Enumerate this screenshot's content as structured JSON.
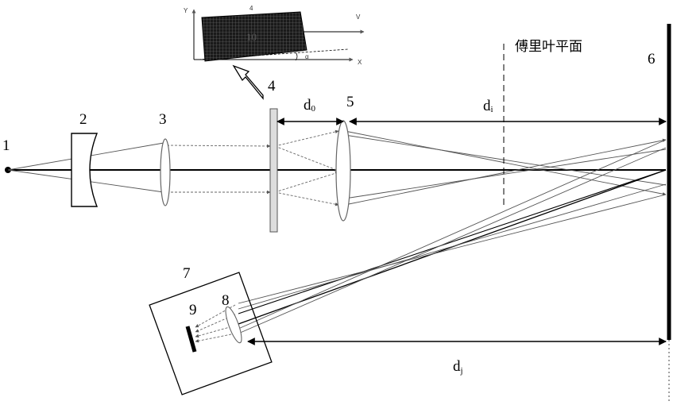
{
  "labels": {
    "n1": "1",
    "n2": "2",
    "n3": "3",
    "n4": "4",
    "n5": "5",
    "n6": "6",
    "n7": "7",
    "n8": "8",
    "n9": "9",
    "n10": "10",
    "d0": "d",
    "d0_sub": "0",
    "di": "d",
    "di_sub": "i",
    "dj": "d",
    "dj_sub": "j",
    "fourier_plane": "傅里叶平面"
  },
  "inset": {
    "y_axis": "Y",
    "x_axis": "X",
    "v_axis": "V",
    "grating_number": "4",
    "angle": "α"
  },
  "colors": {
    "line": "#000000",
    "ray": "#555555",
    "grating_fill": "#dddddd",
    "inset_grid": "#1a1a1a"
  }
}
